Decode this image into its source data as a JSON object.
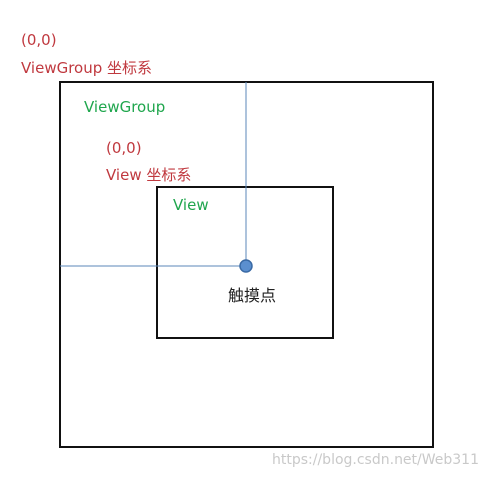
{
  "colors": {
    "outline": "#111111",
    "axis_line": "#5b87b8",
    "touch_point_fill": "#5b8fcf",
    "touch_point_stroke": "#3a6aa5",
    "coord_label": "#c0393f",
    "view_label": "#1fa64d"
  },
  "viewgroup_system": {
    "origin_label": "(0,0)",
    "system_label": "ViewGroup 坐标系"
  },
  "viewgroup_box": {
    "label": "ViewGroup"
  },
  "view_system": {
    "origin_label": "(0,0)",
    "system_label": "View 坐标系"
  },
  "view_box": {
    "label": "View"
  },
  "touch_point": {
    "label": "触摸点"
  },
  "watermark": "https://blog.csdn.net/Web311"
}
